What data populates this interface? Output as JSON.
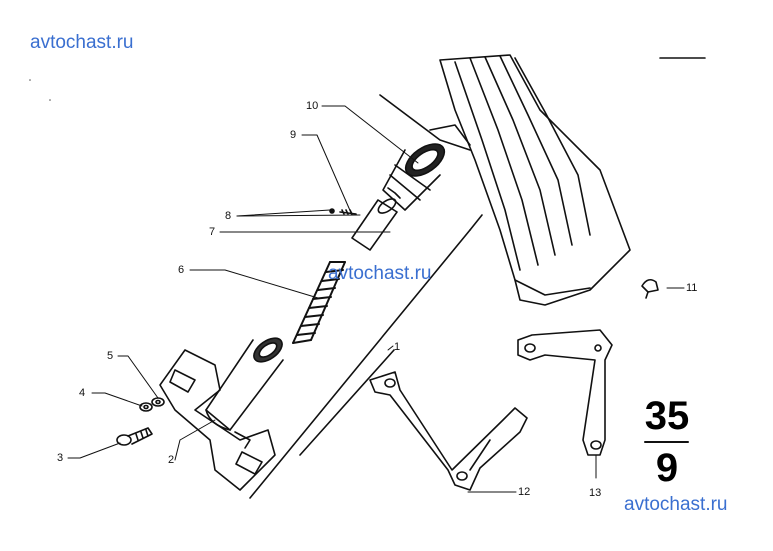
{
  "watermarks": {
    "top_left": "avtochast.ru",
    "center": "avtochast.ru",
    "bottom_right": "avtochast.ru"
  },
  "callouts": {
    "p1": "1",
    "p2": "2",
    "p3": "3",
    "p4": "4",
    "p5": "5",
    "p6": "6",
    "p7": "7",
    "p8": "8",
    "p9": "9",
    "p10": "10",
    "p11": "11",
    "p12": "12",
    "p13": "13"
  },
  "group_number": {
    "top": "35",
    "bottom": "9"
  },
  "colors": {
    "ink": "#111111",
    "watermark": "#3a6fd0"
  }
}
